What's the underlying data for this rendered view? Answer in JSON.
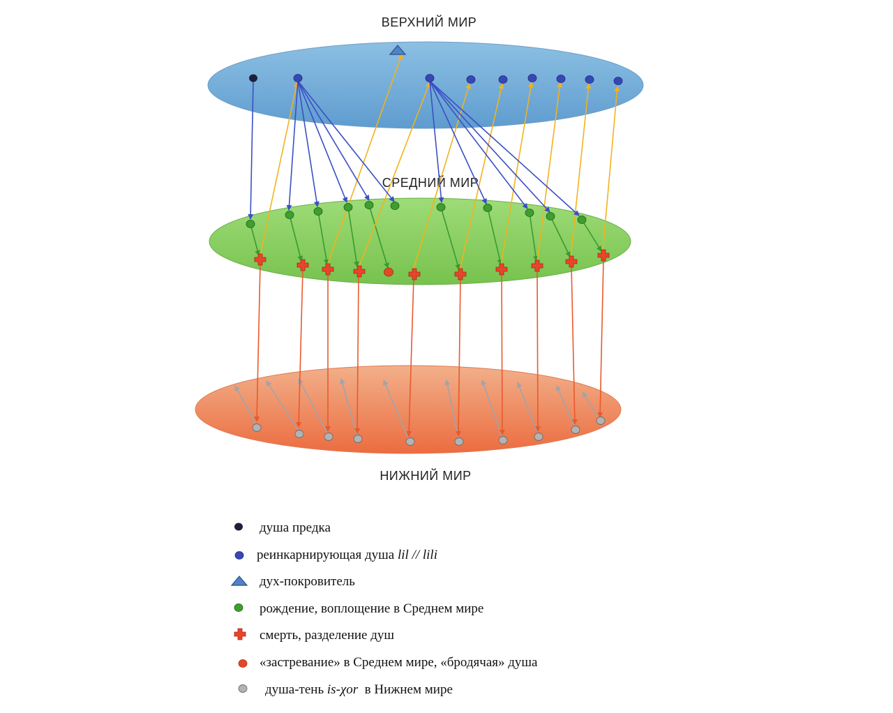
{
  "labels": {
    "upper": "ВЕРХНИЙ МИР",
    "middle": "СРЕДНИЙ МИР",
    "lower": "НИЖНИЙ МИР"
  },
  "colors": {
    "upper_world": "#7fb2d9",
    "middle_world": "#8fd16a",
    "lower_world": "#f08a62",
    "ancestor_soul": "#1d1f3a",
    "reincarnating_soul": "#3747b8",
    "spirit": "#4f83c9",
    "birth": "#3e9e2e",
    "death": "#e8452a",
    "wandering": "#e04a25",
    "shadow": "#a9a9a9",
    "arrow_descent": "#3b4fc4",
    "arrow_ascent": "#f2b21e",
    "arrow_birth": "#3a9a30",
    "arrow_death": "#e85a2c",
    "arrow_shadow": "#9fa4ad"
  },
  "legend": [
    {
      "marker": "ancestor-soul",
      "text": "душа предка",
      "italic": ""
    },
    {
      "marker": "reincarnating-soul",
      "text": "реинкарнирующая душа ",
      "italic": "lil // lili"
    },
    {
      "marker": "spirit-triangle",
      "text": "дух-покровитель",
      "italic": ""
    },
    {
      "marker": "birth",
      "text": "рождение, воплощение в Среднем мире",
      "italic": ""
    },
    {
      "marker": "death-cross",
      "text": "смерть, разделение душ",
      "italic": ""
    },
    {
      "marker": "wandering",
      "text": "«застревание» в Среднем мире, «бродячая» душа",
      "italic": ""
    },
    {
      "marker": "shadow",
      "text": "душа-тень ",
      "italic": "is-χor",
      "suffix": "  в Нижнем мире"
    }
  ]
}
